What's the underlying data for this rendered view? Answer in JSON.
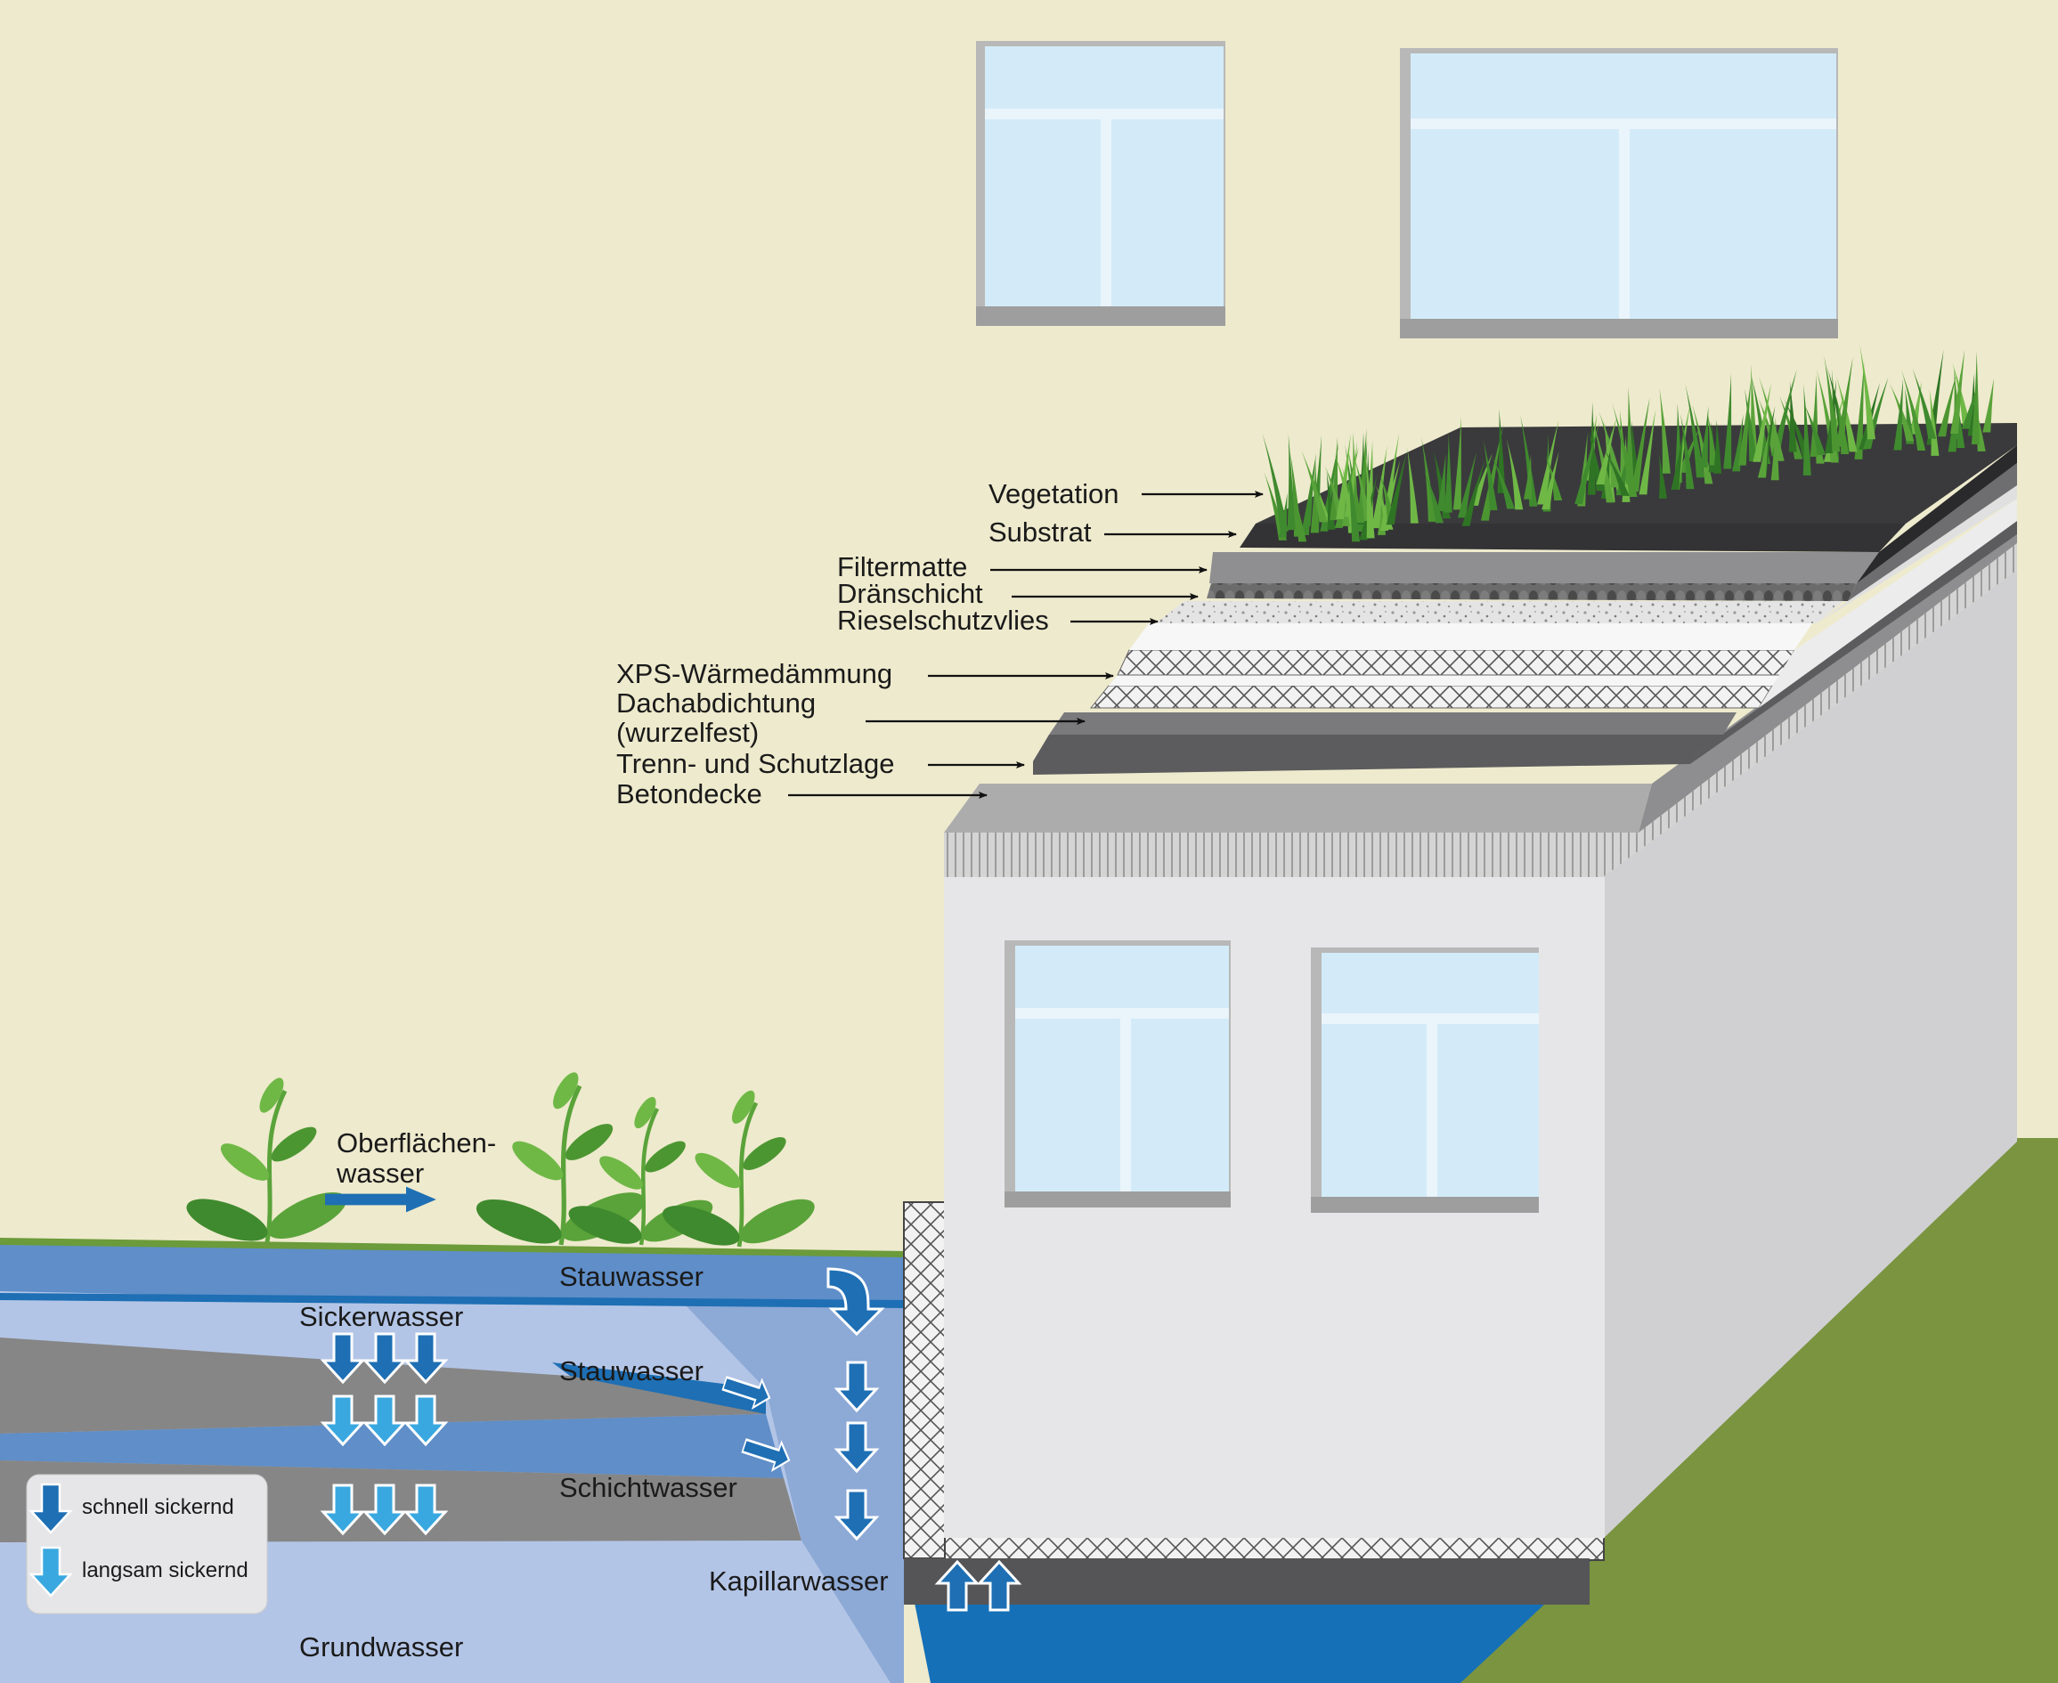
{
  "roof_layers": {
    "vegetation": "Vegetation",
    "substrat": "Substrat",
    "filtermatte": "Filtermatte",
    "draenschicht": "Dränschicht",
    "rieselschutzvlies": "Rieselschutzvlies",
    "xps": "XPS-Wärmedämmung",
    "dachabdichtung_line1": "Dachabdichtung",
    "dachabdichtung_line2": "(wurzelfest)",
    "trennlage": "Trenn- und Schutzlage",
    "betondecke": "Betondecke"
  },
  "soil_labels": {
    "oberflaechen_line1": "Oberflächen-",
    "oberflaechen_line2": "wasser",
    "stauwasser_top": "Stauwasser",
    "sickerwasser": "Sickerwasser",
    "stauwasser_mid": "Stauwasser",
    "schichtwasser": "Schichtwasser",
    "kapillarwasser": "Kapillarwasser",
    "grundwasser": "Grundwasser"
  },
  "legend": {
    "fast": "schnell sickernd",
    "slow": "langsam sickernd"
  },
  "colors": {
    "background": "#eeeacd",
    "fast_arrow": "#1e6fb4",
    "slow_arrow": "#3aa8e0",
    "grass": "#7a9440",
    "window_glass": "#d3ebf8"
  }
}
